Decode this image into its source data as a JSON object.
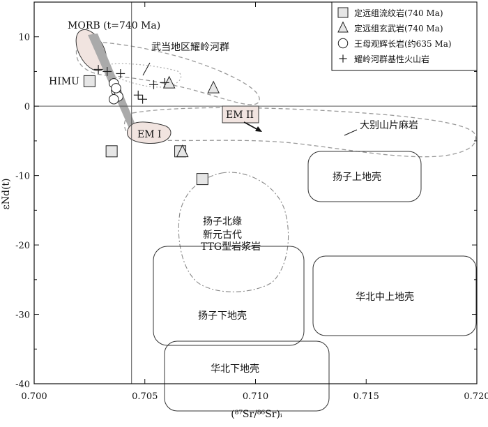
{
  "chart_data": {
    "type": "scatter",
    "xlabel": "(⁸⁷Sr/⁸⁶Sr)ᵢ",
    "ylabel": "εNd(t)",
    "xlim": [
      0.7,
      0.72
    ],
    "ylim": [
      -40,
      15
    ],
    "xticks": [
      "0.700",
      "0.705",
      "0.710",
      "0.715",
      "0.720"
    ],
    "yticks": [
      "10",
      "0",
      "-10",
      "-20",
      "-30",
      "-40"
    ],
    "ref_lines": {
      "x": 0.7044,
      "y": 0
    },
    "series": [
      {
        "name": "定远组流纹岩(740 Ma)",
        "marker": "square",
        "points": [
          [
            0.7025,
            3.6
          ],
          [
            0.7035,
            -6.5
          ],
          [
            0.7066,
            -6.5
          ],
          [
            0.7076,
            -10.5
          ]
        ]
      },
      {
        "name": "定远组玄武岩(740 Ma)",
        "marker": "triangle",
        "points": [
          [
            0.7061,
            3.3
          ],
          [
            0.7081,
            2.6
          ],
          [
            0.7067,
            -6.6
          ]
        ]
      },
      {
        "name": "王母观辉长岩(约635 Ma)",
        "marker": "circle",
        "points": [
          [
            0.7036,
            3.3
          ],
          [
            0.7037,
            2.2
          ],
          [
            0.7038,
            1.4
          ],
          [
            0.7036,
            1.0
          ],
          [
            0.7037,
            2.6
          ]
        ]
      },
      {
        "name": "耀岭河群基性火山岩",
        "marker": "cross",
        "points": [
          [
            0.7029,
            5.3
          ],
          [
            0.7033,
            5.0
          ],
          [
            0.7039,
            4.7
          ],
          [
            0.7047,
            1.6
          ],
          [
            0.7049,
            1.0
          ],
          [
            0.7054,
            3.1
          ],
          [
            0.7059,
            3.4
          ]
        ]
      }
    ],
    "legend": {
      "position": "top-right"
    },
    "labels": {
      "morb": "MORB (t=740 Ma)",
      "himu": "HIMU",
      "em1": "EM I",
      "em2": "EM II",
      "wudang": "武当地区耀岭河群",
      "dabie": "大别山片麻岩",
      "yangtze_upper": "扬子上地壳",
      "yangtze_ttg_1": "扬子北缘",
      "yangtze_ttg_2": "新元古代",
      "yangtze_ttg_3": "TTG型岩浆岩",
      "yangtze_lower": "扬子下地壳",
      "nc_midupper": "华北中上地壳",
      "nc_lower": "华北下地壳"
    }
  }
}
